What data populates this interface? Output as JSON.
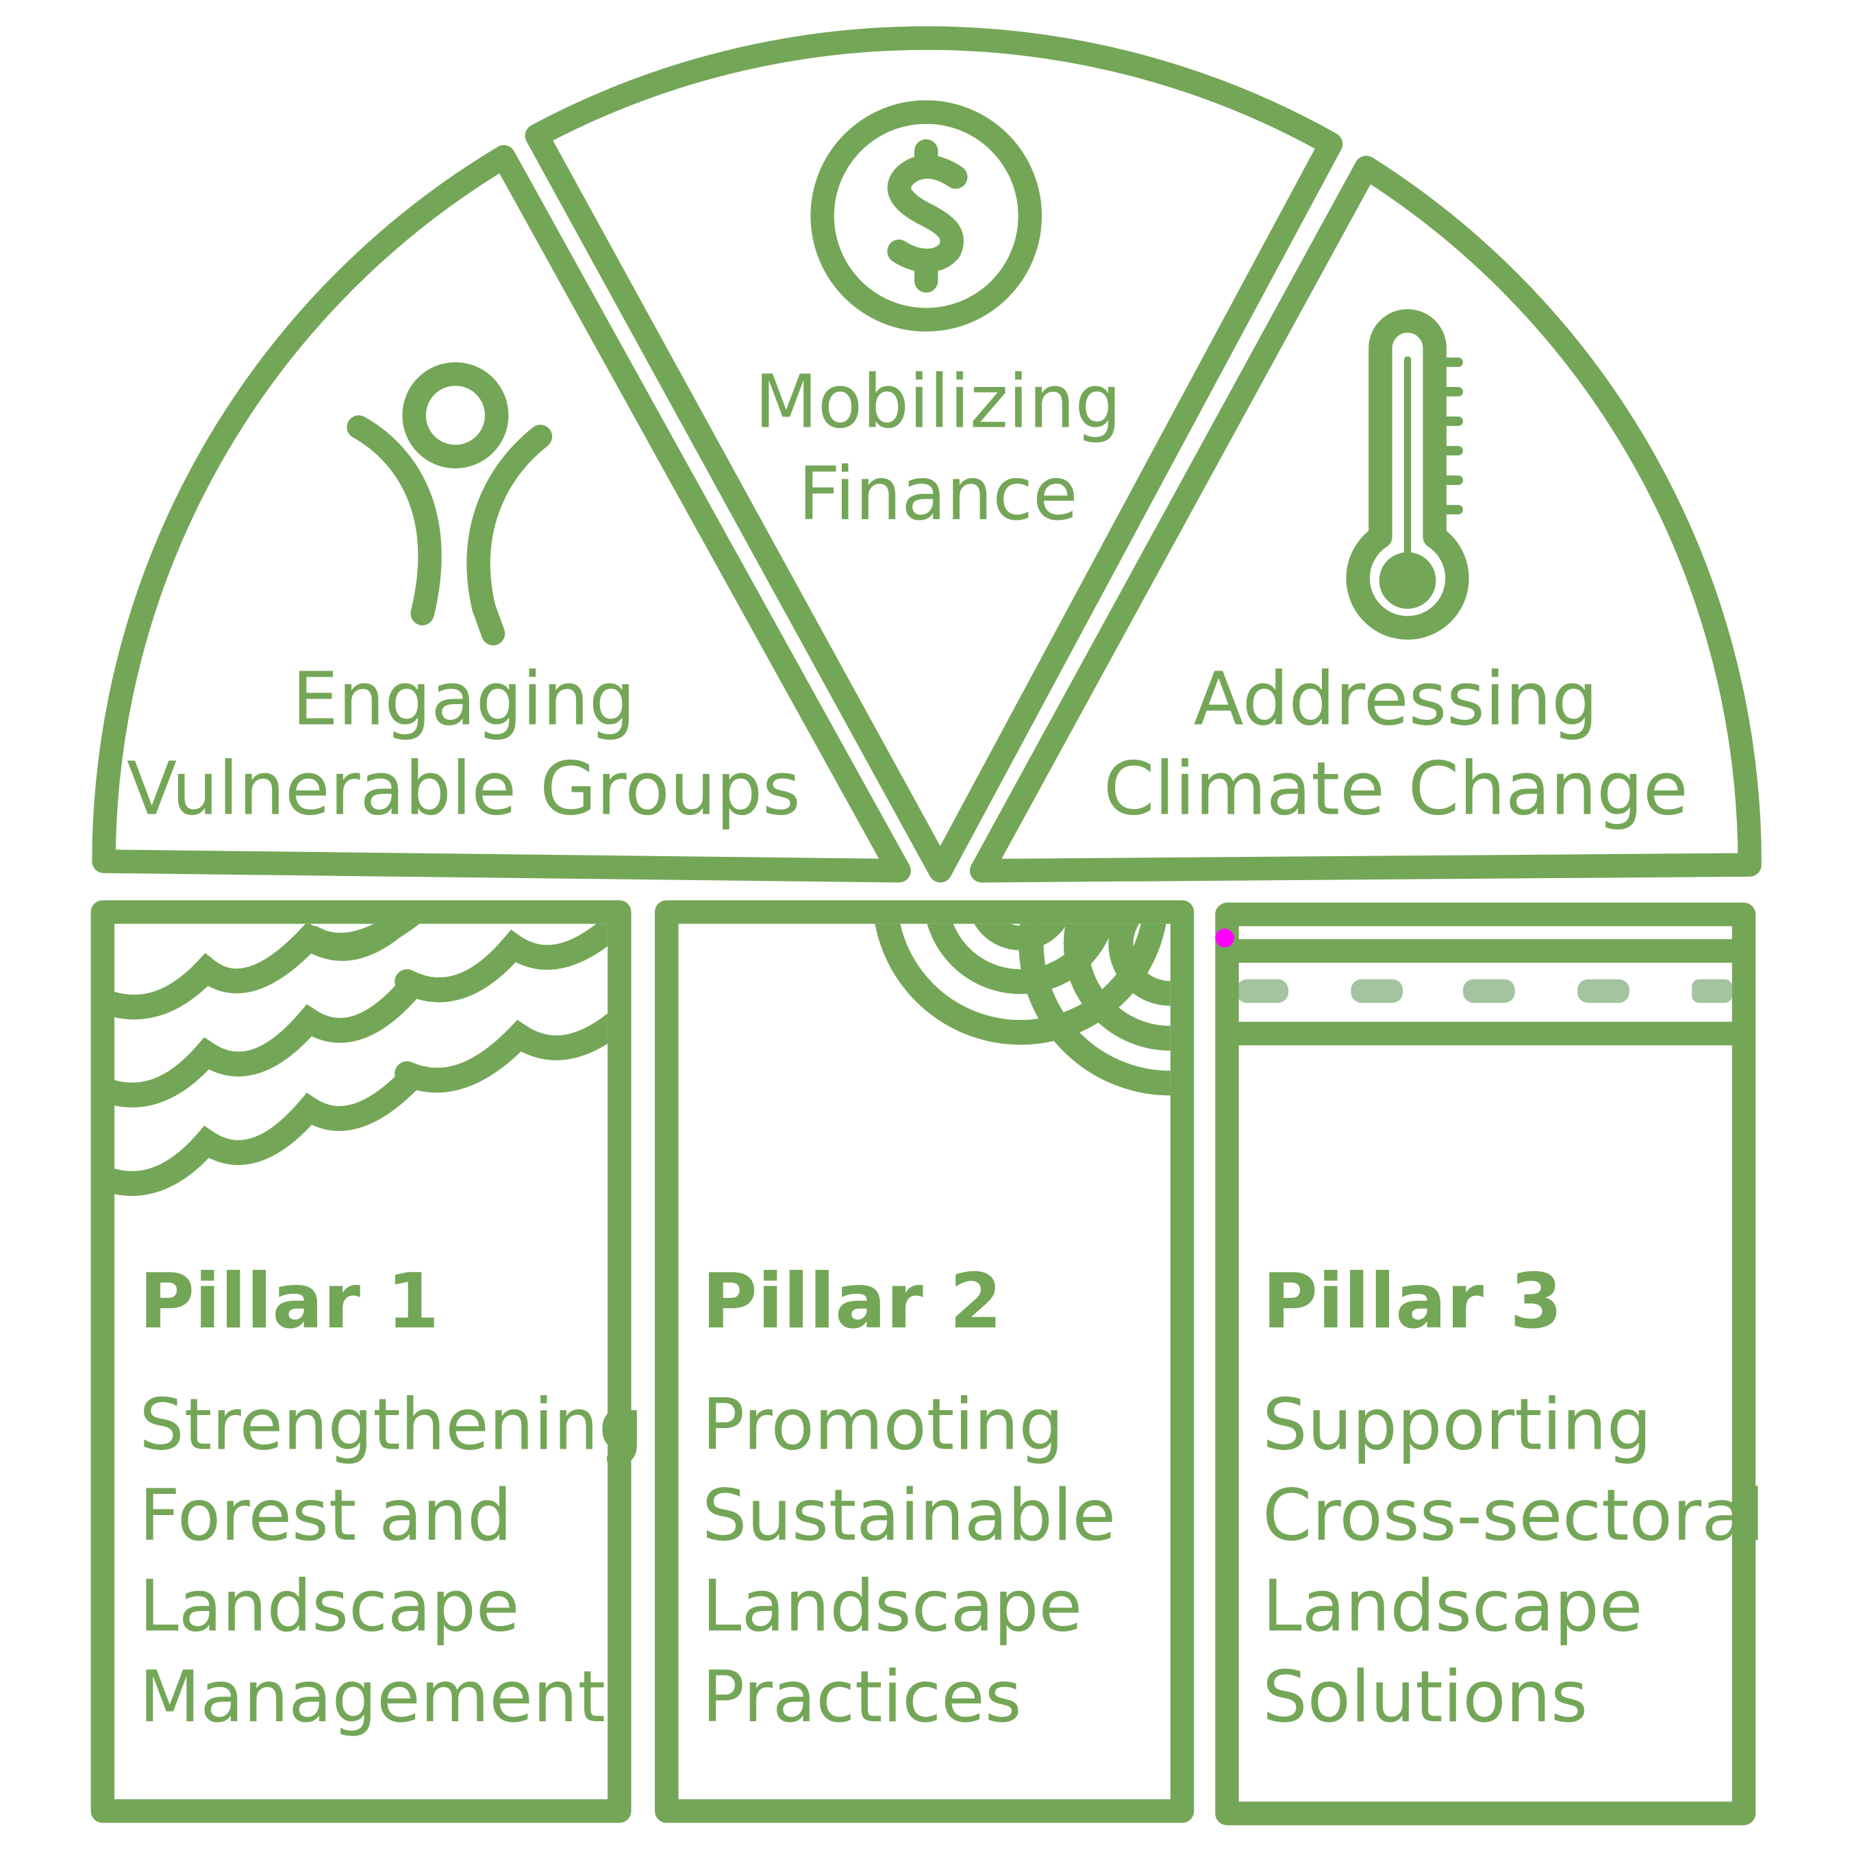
{
  "colors": {
    "primary": "#74a657",
    "light": "#a3c3a1",
    "marker": "#ff00ff"
  },
  "roof": [
    {
      "icon": "person-icon",
      "lines": [
        "Engaging",
        "Vulnerable Groups"
      ]
    },
    {
      "icon": "dollar-icon",
      "lines": [
        "Mobilizing",
        "Finance"
      ]
    },
    {
      "icon": "thermometer-icon",
      "lines": [
        "Addressing",
        "Climate Change"
      ]
    }
  ],
  "pillars": [
    {
      "title": "Pillar 1",
      "lines": [
        "Strengthening",
        "Forest and",
        "Landscape",
        "Management"
      ]
    },
    {
      "title": "Pillar 2",
      "lines": [
        "Promoting",
        "Sustainable",
        "Landscape",
        "Practices"
      ]
    },
    {
      "title": "Pillar 3",
      "lines": [
        "Supporting",
        "Cross-sectoral",
        "Landscape",
        "Solutions"
      ]
    }
  ]
}
